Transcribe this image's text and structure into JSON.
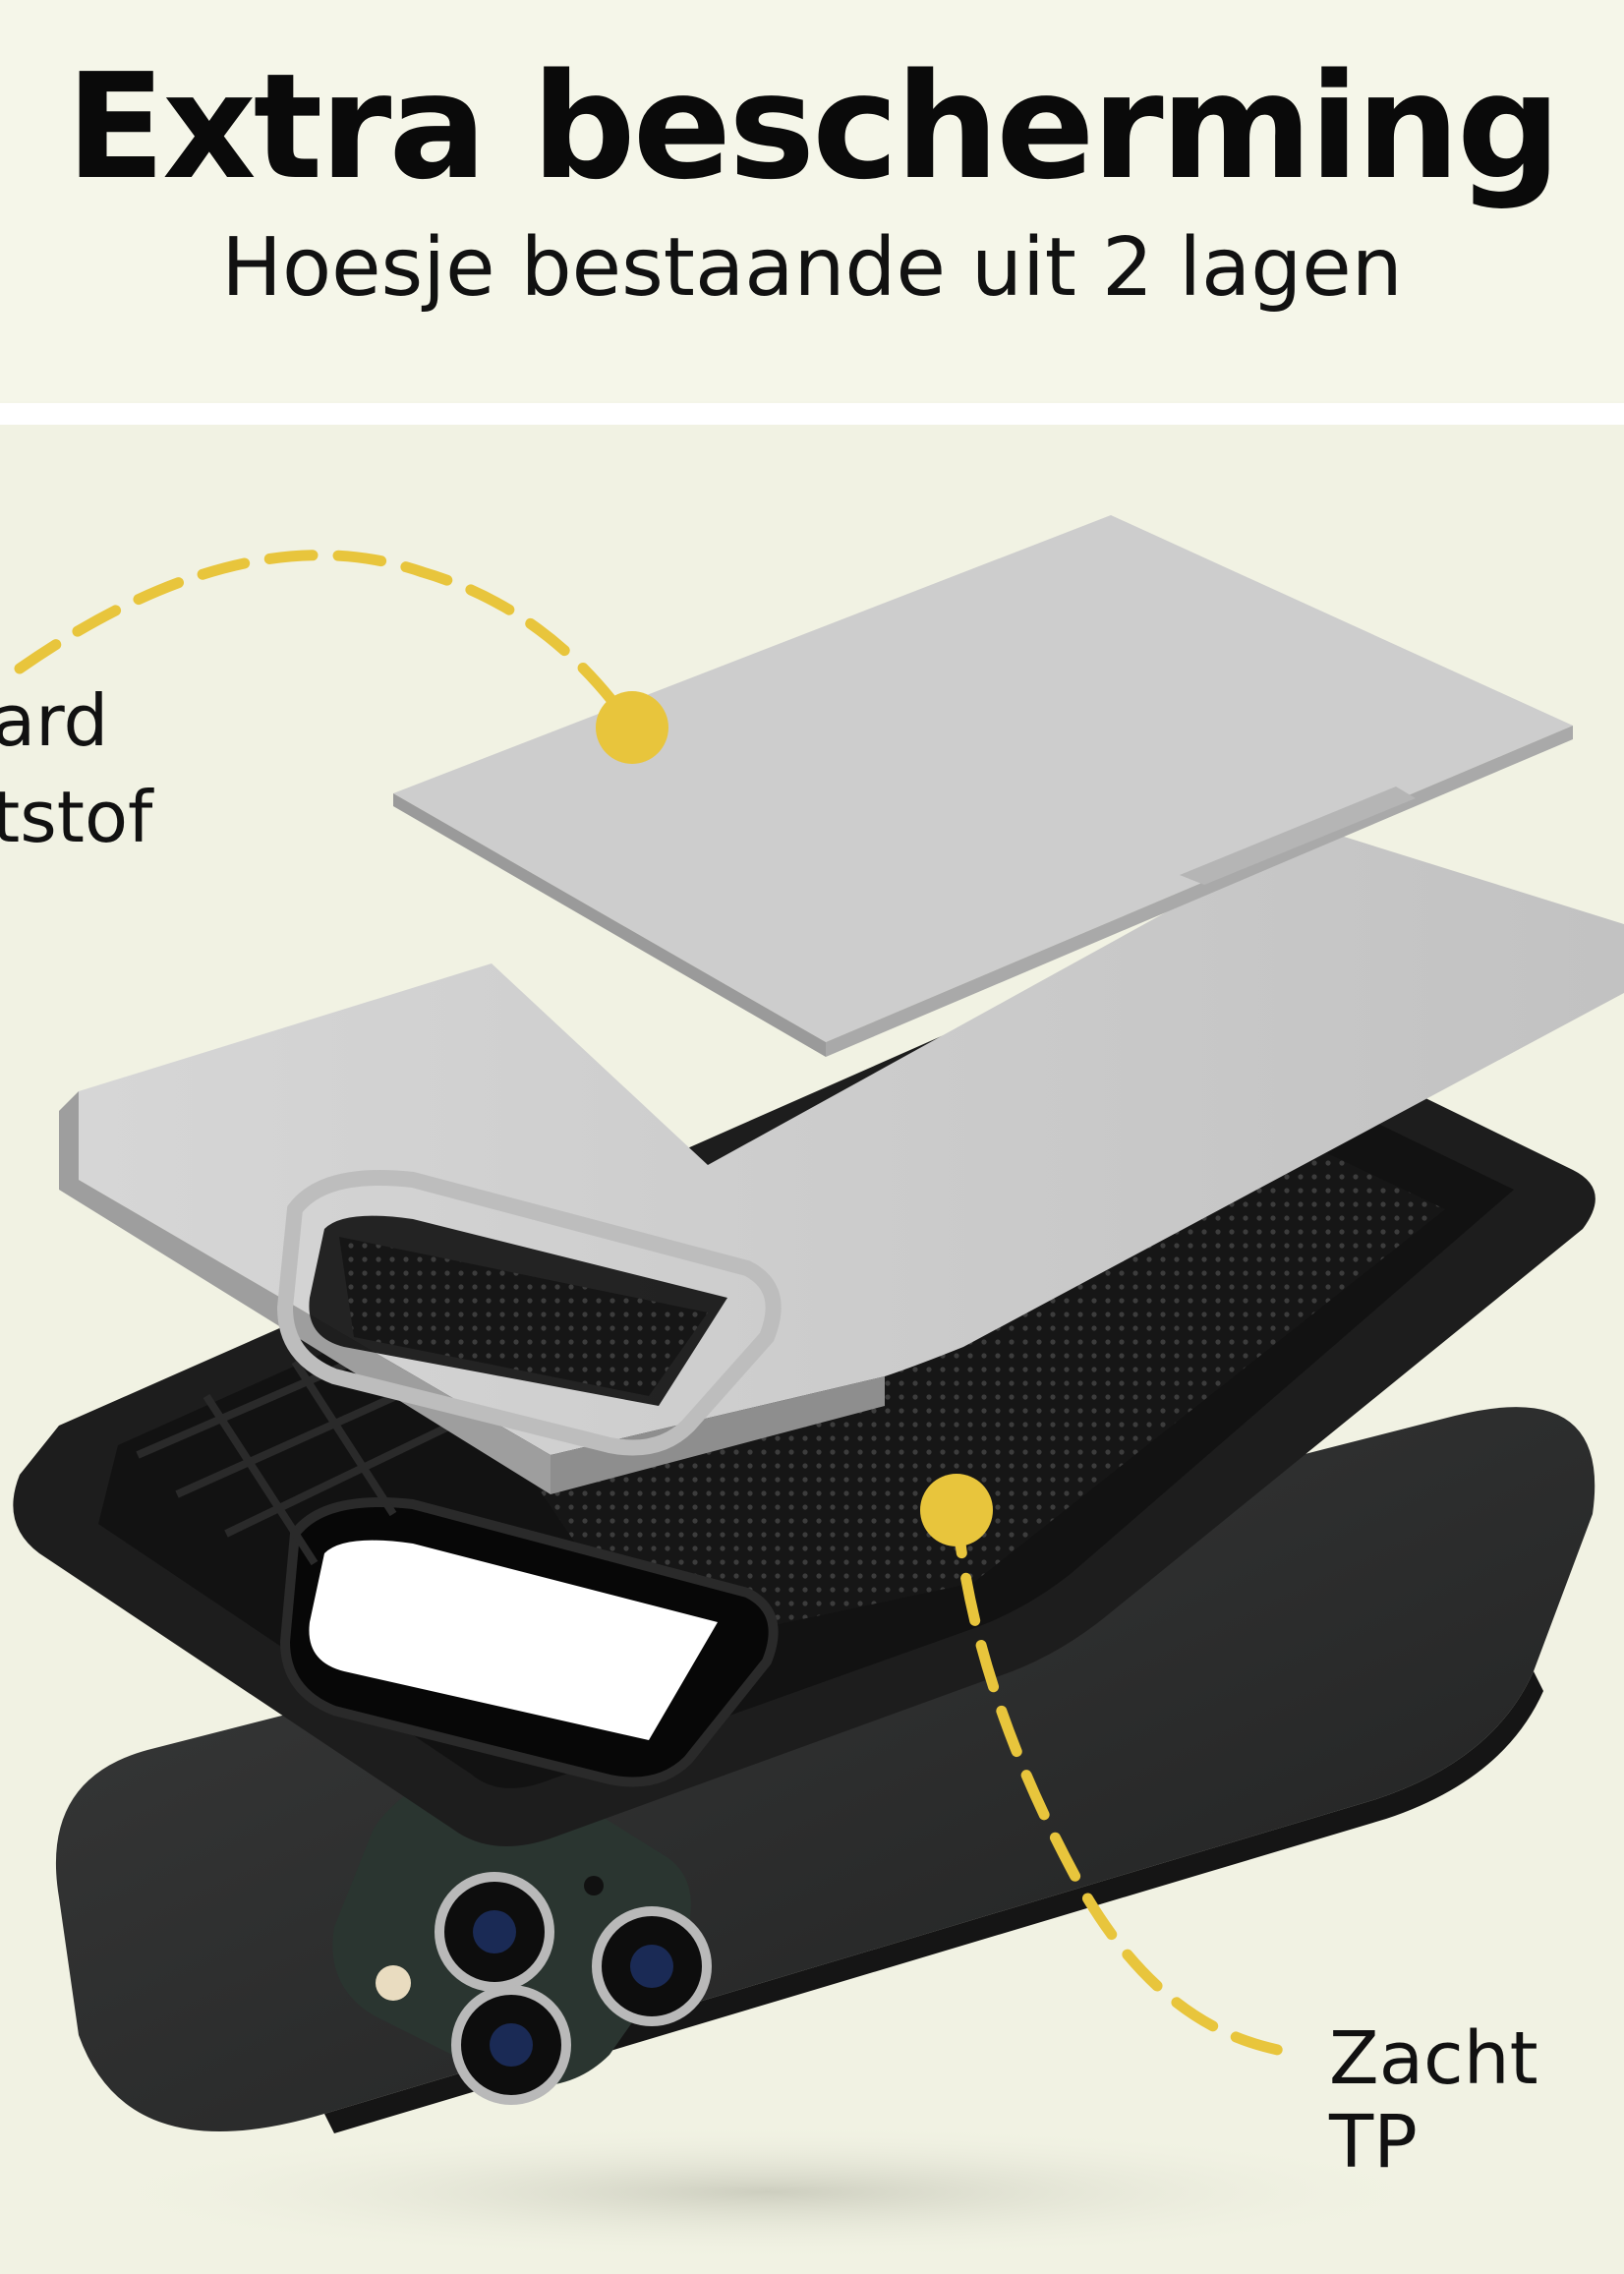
{
  "header": {
    "title": "Extra bescherming",
    "subtitle": "Hoesje bestaande uit 2 lagen"
  },
  "callouts": {
    "left_line_1": "ard",
    "left_line_2": "tstof",
    "right": "Zacht TP"
  },
  "colors": {
    "accent": "#e8c53c",
    "background": "#f3f4e6",
    "hard_shell": "#c9c9c9",
    "soft_shell": "#1c1c1c",
    "phone": "#2a2b2b"
  }
}
